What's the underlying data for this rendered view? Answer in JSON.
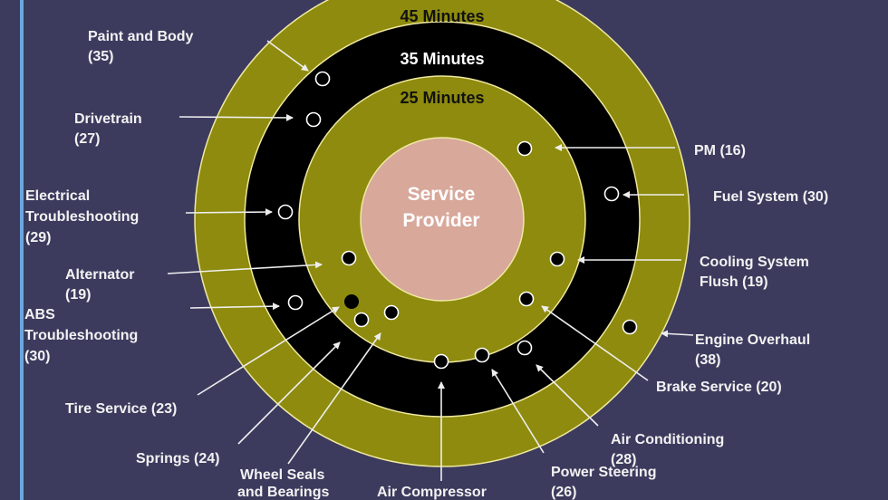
{
  "rings": {
    "outer": "45 Minutes",
    "middle": "35 Minutes",
    "inner": "25 Minutes"
  },
  "center": {
    "line1": "Service",
    "line2": "Provider"
  },
  "colors": {
    "background": "#3c3b5e",
    "olive": "#8e8b0e",
    "black": "#000000",
    "center": "#d8a89b",
    "accent_stripe": "#6aa6df"
  },
  "labels": [
    {
      "id": "paint-and-body",
      "lines": [
        "Paint and Body",
        "(35)"
      ]
    },
    {
      "id": "drivetrain",
      "lines": [
        "Drivetrain",
        "(27)"
      ]
    },
    {
      "id": "electrical-troubleshooting",
      "lines": [
        "Electrical",
        "Troubleshooting",
        "(29)"
      ]
    },
    {
      "id": "alternator",
      "lines": [
        "Alternator",
        "(19)"
      ]
    },
    {
      "id": "abs-troubleshooting",
      "lines": [
        "ABS",
        "Troubleshooting",
        "(30)"
      ]
    },
    {
      "id": "tire-service",
      "lines": [
        "Tire Service (23)"
      ]
    },
    {
      "id": "springs",
      "lines": [
        "Springs (24)"
      ]
    },
    {
      "id": "wheel-seals",
      "lines": [
        "Wheel Seals",
        "and Bearings"
      ]
    },
    {
      "id": "air-compressor",
      "lines": [
        "Air Compressor"
      ]
    },
    {
      "id": "power-steering",
      "lines": [
        "Power Steering",
        "(26)"
      ]
    },
    {
      "id": "air-conditioning",
      "lines": [
        "Air Conditioning",
        "(28)"
      ]
    },
    {
      "id": "brake-service",
      "lines": [
        "Brake Service (20)"
      ]
    },
    {
      "id": "engine-overhaul",
      "lines": [
        "Engine Overhaul",
        "(38)"
      ]
    },
    {
      "id": "cooling-system-flush",
      "lines": [
        "Cooling System",
        "Flush (19)"
      ]
    },
    {
      "id": "fuel-system",
      "lines": [
        "Fuel System (30)"
      ]
    },
    {
      "id": "pm",
      "lines": [
        "PM (16)"
      ]
    }
  ]
}
